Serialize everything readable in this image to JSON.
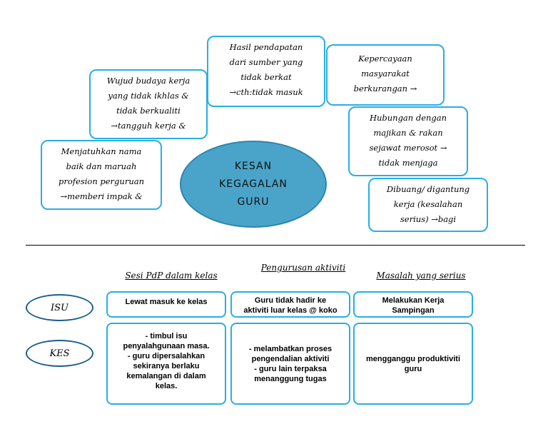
{
  "center": {
    "lines": [
      "KESAN",
      "KEGAGALAN",
      "GURU"
    ]
  },
  "bubbles": {
    "wujud": [
      "Wujud budaya kerja",
      "yang tidak ikhlas &",
      "tidak berkualiti",
      "→tangguh kerja &"
    ],
    "hasil": [
      "Hasil pendapatan",
      "dari sumber yang",
      "tidak  berkat",
      "→cth:tidak masuk"
    ],
    "kepercayaan": [
      "Kepercayaan",
      "masyarakat",
      "berkurangan →"
    ],
    "hubungan": [
      "Hubungan dengan",
      "majikan & rakan",
      "sejawat merosot →",
      "tidak  menjaga"
    ],
    "menjatuhkan": [
      "Menjatuhkan nama",
      "baik dan maruah",
      "profesion perguruan",
      "→memberi impak &"
    ],
    "dibuang": [
      "Dibuang/ digantung",
      "kerja (kesalahan",
      "serius) →bagi"
    ]
  },
  "table": {
    "columns": [
      "Sesi PdP dalam kelas",
      "Pengurusan aktiviti",
      "Masalah yang serius"
    ],
    "row_labels": [
      "ISU",
      "KES"
    ],
    "isu": [
      [
        "Lewat masuk ke kelas"
      ],
      [
        "Guru tidak hadir ke",
        "aktiviti luar kelas @ koko"
      ],
      [
        "Melakukan Kerja",
        "Sampingan"
      ]
    ],
    "kes": [
      [
        "- timbul isu",
        "penyalahgunaan masa.",
        "- guru dipersalahkan",
        "sekiranya berlaku",
        "kemalangan di dalam",
        "kelas."
      ],
      [
        "- melambatkan proses",
        "pengendalian aktiviti",
        "- guru lain terpaksa",
        "menanggung tugas"
      ],
      [
        "mengganggu produktiviti",
        "guru"
      ]
    ]
  }
}
